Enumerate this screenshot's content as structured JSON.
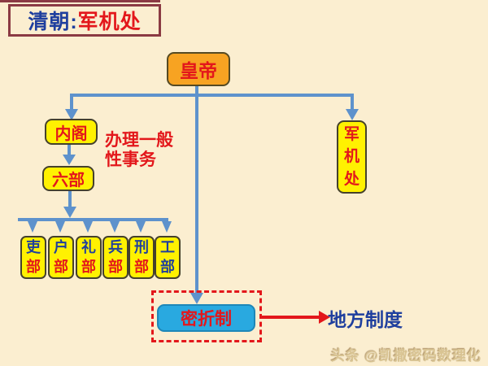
{
  "title": {
    "dynasty": "清朝:",
    "topic": "军机处"
  },
  "nodes": {
    "emperor": {
      "label": "皇帝"
    },
    "cabinet": {
      "label": "内阁"
    },
    "six_ministries": {
      "label": "六部"
    },
    "grand_council": {
      "chars": [
        "军",
        "机",
        "处"
      ]
    },
    "secret_memorial": {
      "label": "密折制"
    },
    "local_system": {
      "label": "地方制度"
    }
  },
  "side_note": {
    "line1": "办理一般",
    "line2": "性事务"
  },
  "ministries": [
    {
      "top": "吏",
      "bottom": "部"
    },
    {
      "top": "户",
      "bottom": "部"
    },
    {
      "top": "礼",
      "bottom": "部"
    },
    {
      "top": "兵",
      "bottom": "部"
    },
    {
      "top": "刑",
      "bottom": "部"
    },
    {
      "top": "工",
      "bottom": "部"
    }
  ],
  "watermark": "头条 @凯撒密码数理化",
  "colors": {
    "background": "#FBEED0",
    "accent_red": "#E3171B",
    "accent_blue": "#1F3F9E",
    "arrow_blue": "#5E92CC",
    "node_yellow": "#FFF101",
    "node_orange": "#F7A322",
    "node_cyan": "#29A9E0",
    "title_border": "#8B3A43"
  }
}
